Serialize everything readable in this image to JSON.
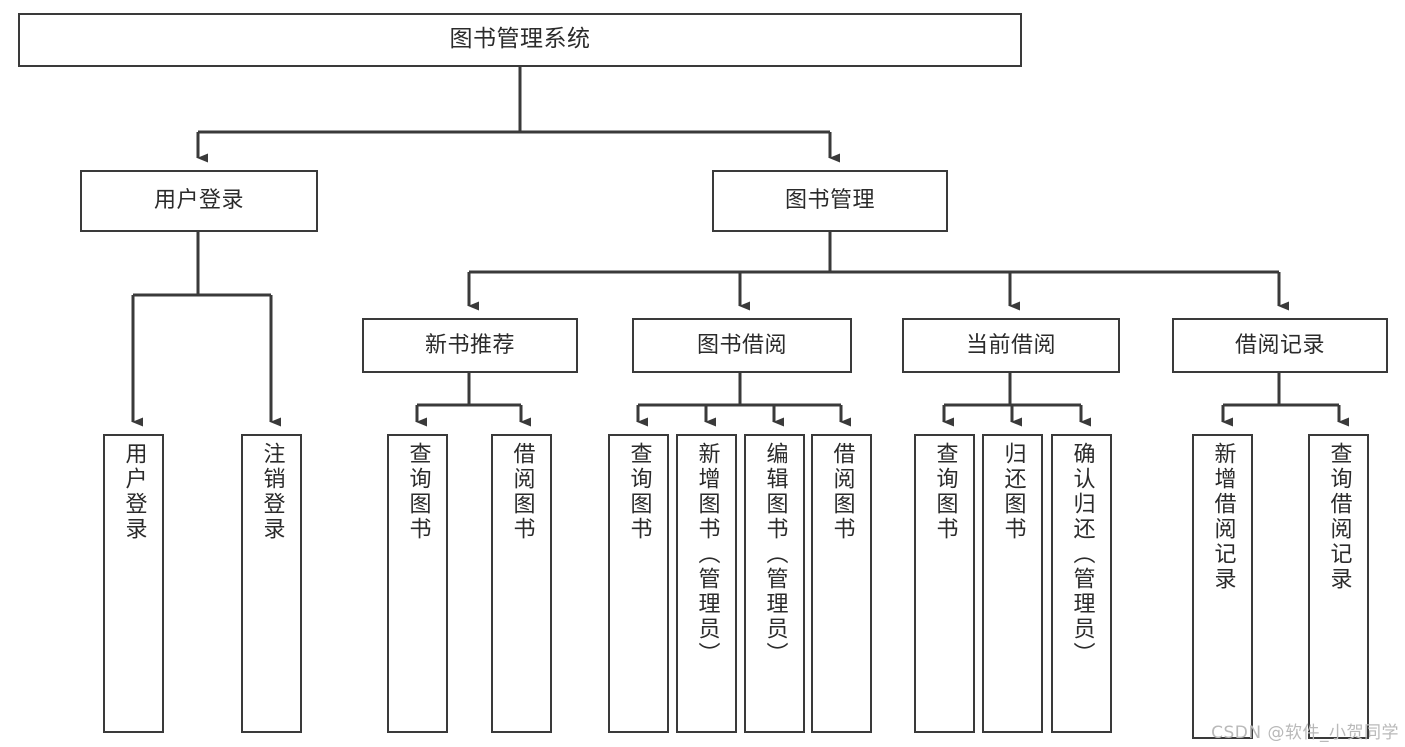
{
  "diagram": {
    "title": "图书管理系统",
    "type": "tree-hierarchy-chart",
    "stroke_color": "#3a3a3a",
    "background_color": "#ffffff",
    "root": {
      "id": "root",
      "label": "图书管理系统"
    },
    "level2": [
      {
        "id": "user-login",
        "label": "用户登录"
      },
      {
        "id": "book-management",
        "label": "图书管理"
      }
    ],
    "level3": [
      {
        "id": "new-book-recommend",
        "label": "新书推荐"
      },
      {
        "id": "book-borrow",
        "label": "图书借阅"
      },
      {
        "id": "current-borrow",
        "label": "当前借阅"
      },
      {
        "id": "borrow-record",
        "label": "借阅记录"
      }
    ],
    "leaves": {
      "user_login": [
        {
          "id": "leaf-user-login",
          "label": "用户登录"
        },
        {
          "id": "leaf-logout-login",
          "label": "注销登录"
        }
      ],
      "new_book_recommend": [
        {
          "id": "leaf-query-book-1",
          "label": "查询图书"
        },
        {
          "id": "leaf-borrow-book-1",
          "label": "借阅图书"
        }
      ],
      "book_borrow": [
        {
          "id": "leaf-query-book-2",
          "label": "查询图书"
        },
        {
          "id": "leaf-add-book",
          "label": "新增图书（管理员）"
        },
        {
          "id": "leaf-edit-book",
          "label": "编辑图书（管理员）"
        },
        {
          "id": "leaf-borrow-book-2",
          "label": "借阅图书"
        }
      ],
      "current_borrow": [
        {
          "id": "leaf-query-book-3",
          "label": "查询图书"
        },
        {
          "id": "leaf-return-book",
          "label": "归还图书"
        },
        {
          "id": "leaf-confirm-return",
          "label": "确认归还（管理员）"
        }
      ],
      "borrow_record": [
        {
          "id": "leaf-add-record",
          "label": "新增借阅记录"
        },
        {
          "id": "leaf-query-record",
          "label": "查询借阅记录"
        }
      ]
    }
  },
  "watermark": {
    "text": "CSDN @软件_小贺同学"
  }
}
